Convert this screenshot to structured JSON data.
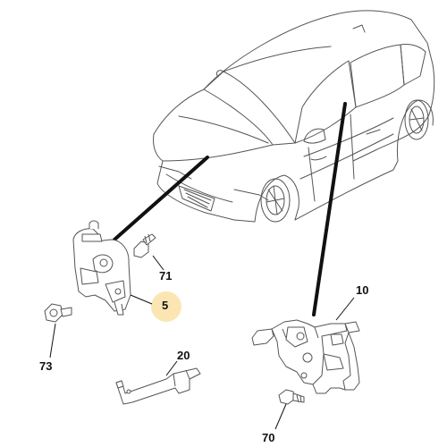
{
  "colors": {
    "highlight": "#fbe6b3",
    "outline": "#555555",
    "leader": "#111111"
  },
  "labels": {
    "p5": "5",
    "p10": "10",
    "p20": "20",
    "p70": "70",
    "p71": "71",
    "p73": "73"
  }
}
